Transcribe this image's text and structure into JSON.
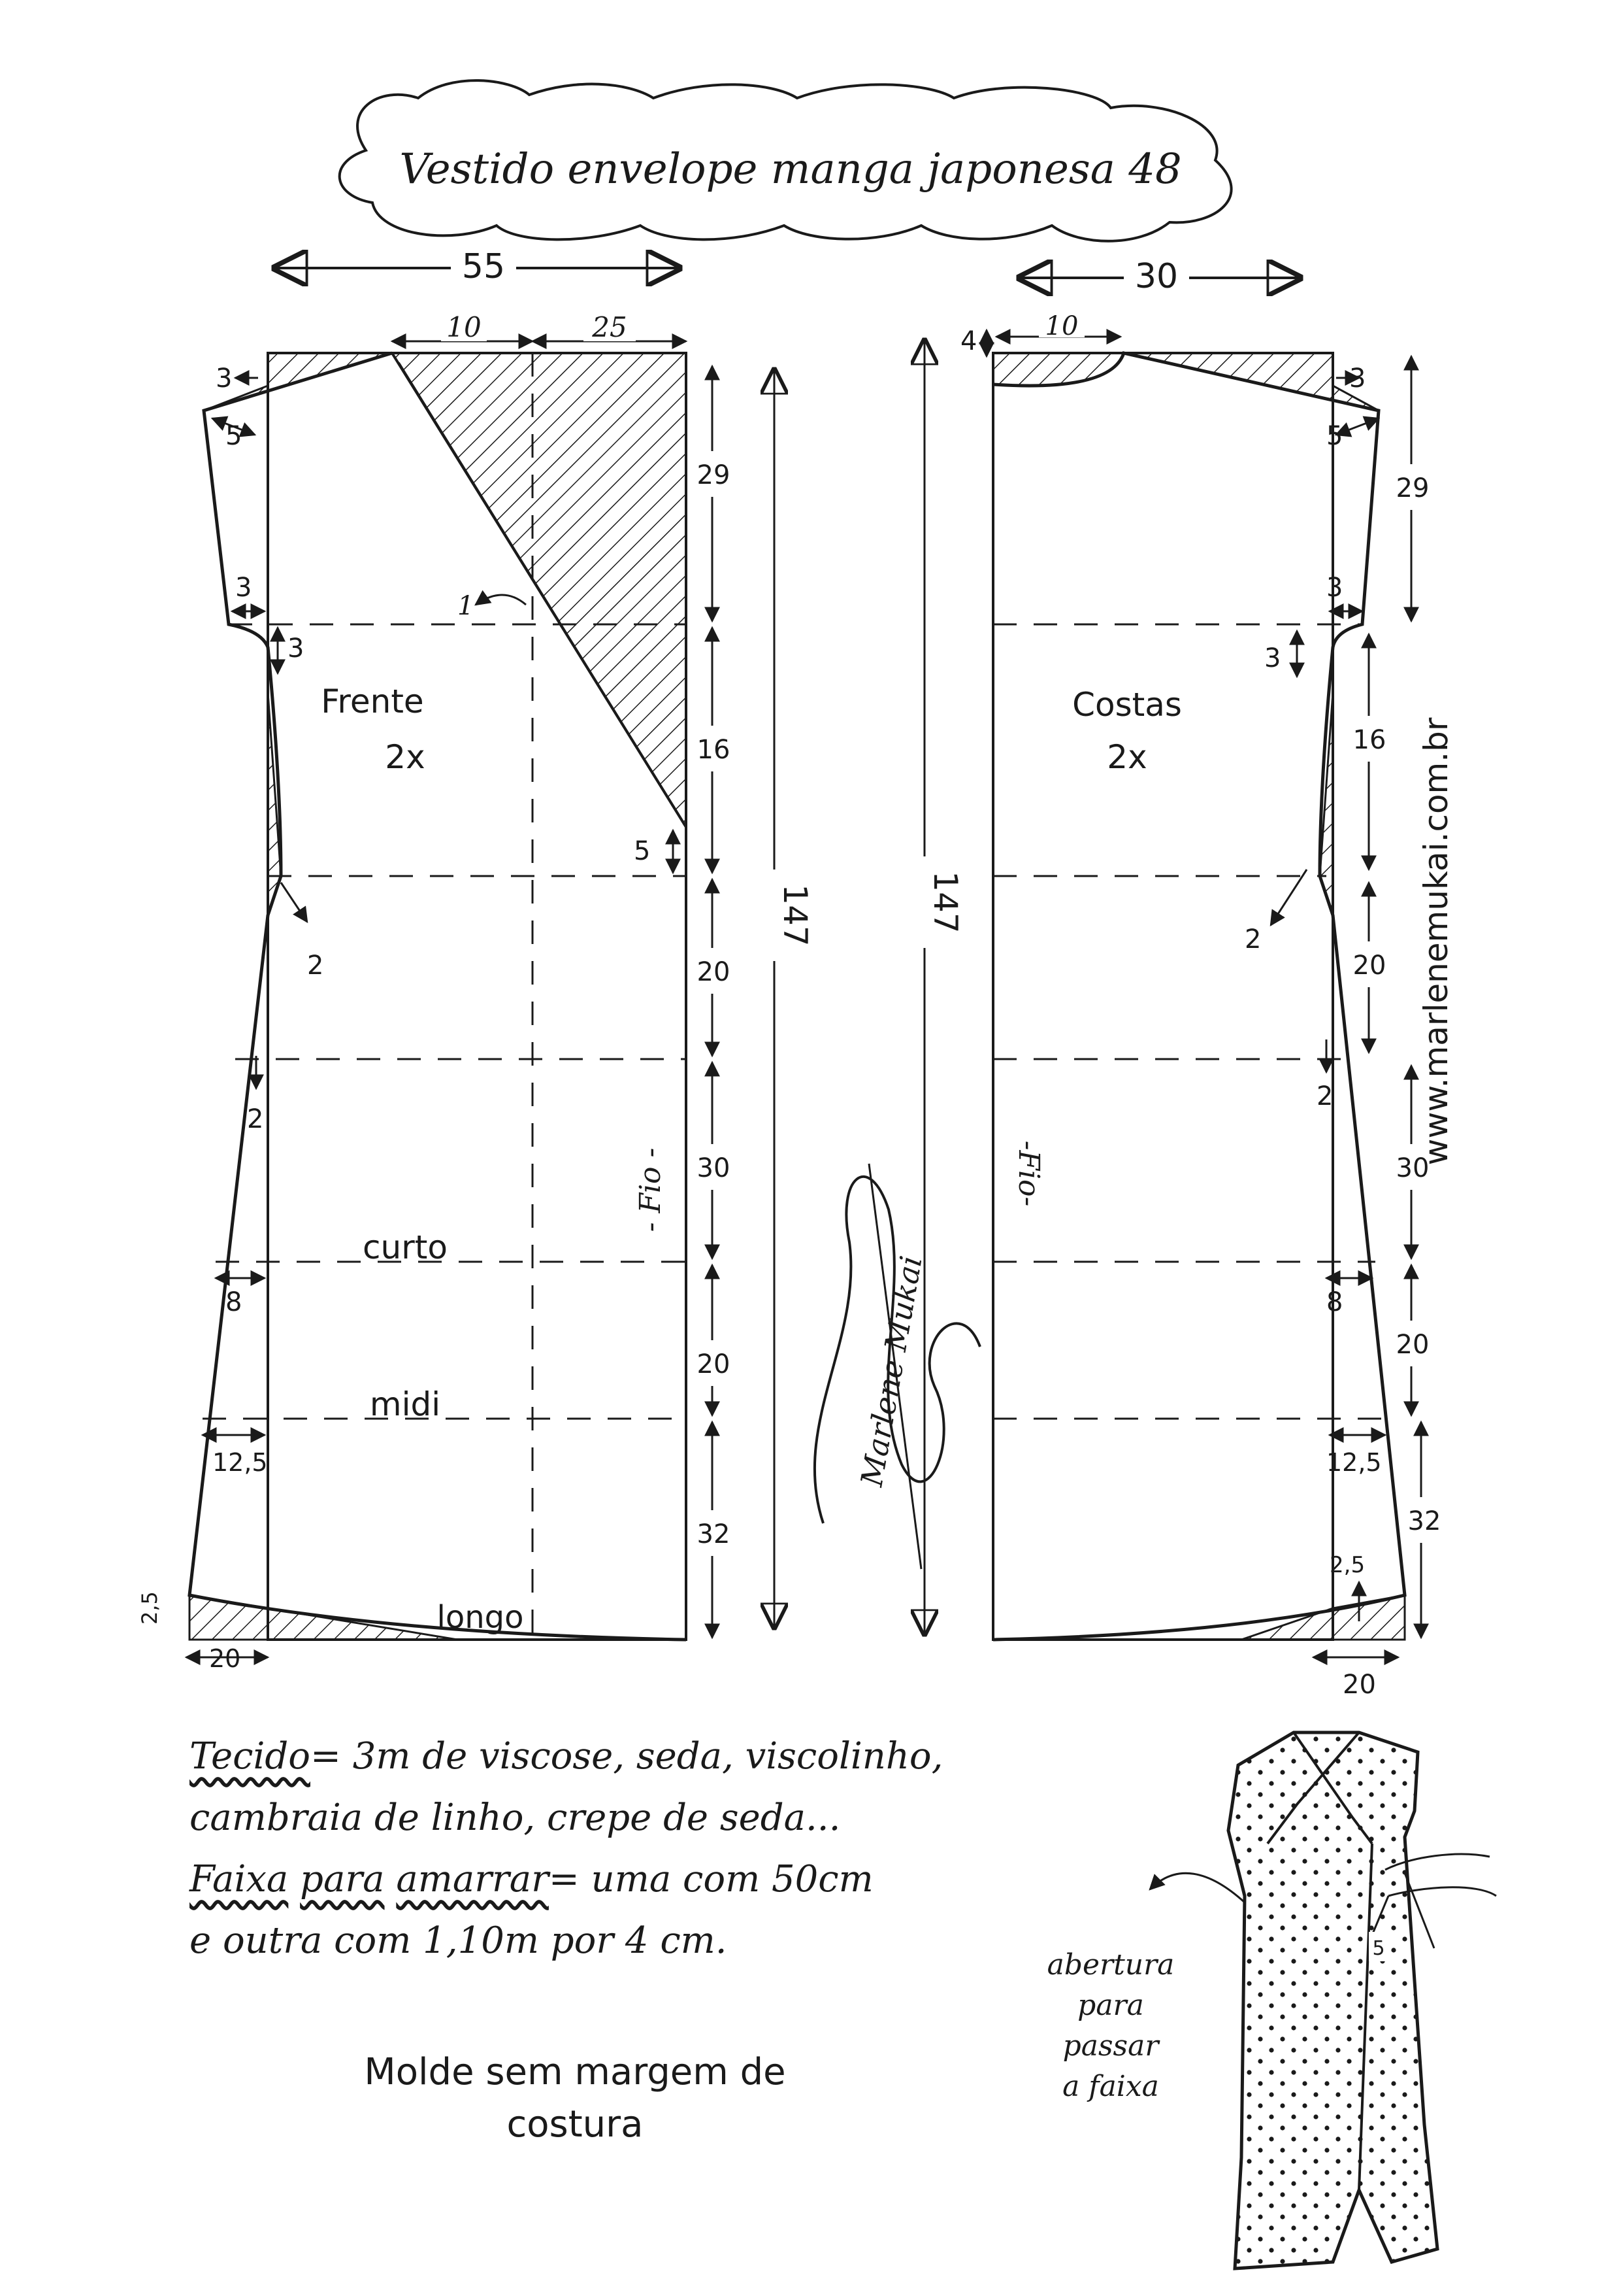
{
  "title": "Vestido envelope manga japonesa 48",
  "website": "www.marlenemukai.com.br",
  "signature": "Marlene Mukai",
  "front": {
    "label": "Frente",
    "count": "2x",
    "width_total": "55",
    "neck_width": "10",
    "overlap_width": "25",
    "fold_mark": "1",
    "shoulder_drop": "3",
    "sleeve_hem": "5",
    "armhole_in": "3",
    "armhole_drop": "3",
    "waist_in": "2",
    "hip_in": "2",
    "wrap_end": "5",
    "hem_flare_short": "8",
    "hem_flare_midi": "12,5",
    "hem_rise": "2,5",
    "hem_curve": "20",
    "grain": "- Fio -",
    "lengths": [
      "29",
      "16",
      "20",
      "30",
      "20",
      "32"
    ],
    "total_length": "147",
    "levels": {
      "short": "curto",
      "midi": "midi",
      "long": "longo"
    }
  },
  "back": {
    "label": "Costas",
    "count": "2x",
    "width_half": "30",
    "neck_drop": "4",
    "neck_width": "10",
    "shoulder_drop": "3",
    "sleeve_hem": "5",
    "armhole_in": "3",
    "armhole_drop": "3",
    "waist_in": "2",
    "hip_in": "2",
    "hem_flare_short": "8",
    "hem_flare_midi": "12,5",
    "hem_rise": "2,5",
    "hem_curve": "20",
    "grain": "-Fio-",
    "lengths": [
      "29",
      "16",
      "20",
      "30",
      "20",
      "32"
    ],
    "total_length": "147"
  },
  "notes": {
    "fabric_label": "Tecido",
    "fabric_text_1": "= 3m   de viscose, seda, viscolinho,",
    "fabric_text_2": "cambraia de linho, crepe de seda...",
    "tie_label_1": "Faixa",
    "tie_label_2": "para",
    "tie_label_3": "amarrar",
    "tie_text_1": "= uma com 50cm",
    "tie_text_2": "e outra com 1,10m por 4 cm.",
    "seam_1": "Molde sem margem de",
    "seam_2": "costura",
    "opening_1": "abertura",
    "opening_2": "para",
    "opening_3": "passar",
    "opening_4": "a faixa",
    "opening_mark": "5"
  },
  "colors": {
    "ink": "#1a1a1a",
    "paper": "#ffffff"
  }
}
